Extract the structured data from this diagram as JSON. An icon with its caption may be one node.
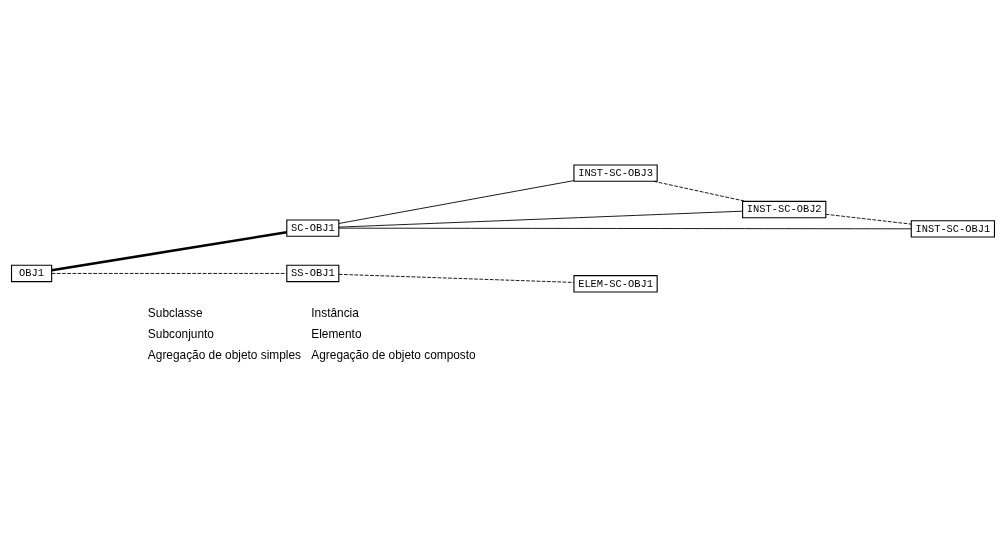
{
  "diagram": {
    "nodes": [
      {
        "text": [
          "OBJ1"
        ]
      },
      {
        "text": [
          "SC-OBJ1"
        ]
      },
      {
        "text": [
          "SS-OBJ1"
        ]
      },
      {
        "text": [
          "INST-SC-OBJ3"
        ]
      },
      {
        "text": [
          "INST-SC-OBJ2"
        ]
      },
      {
        "text": [
          "INST-SC-OBJ1"
        ]
      },
      {
        "text": [
          "ELEM-SC-OBJ1"
        ]
      }
    ],
    "edges": [
      {
        "from": 0,
        "to": 1,
        "arrow": "none",
        "style": "thick"
      },
      {
        "from": 0,
        "to": 2,
        "arrow": "none",
        "style": "dashed"
      },
      {
        "from": 1,
        "to": 3,
        "arrow": "none"
      },
      {
        "from": 1,
        "to": 4,
        "arrow": "none"
      },
      {
        "from": 1,
        "to": 5,
        "arrow": "none"
      },
      {
        "from": 2,
        "to": 6,
        "arrow": "none",
        "style": "dashed"
      },
      {
        "from": 3,
        "to": 4,
        "arrow": "none",
        "style": "dashed"
      },
      {
        "from": 4,
        "to": 5,
        "arrow": "none",
        "style": "dashed"
      }
    ],
    "legend": [
      {
        "text": "Subclasse"
      },
      {
        "text": "Instância"
      },
      {
        "text": "Subconjunto"
      },
      {
        "text": "Elemento"
      },
      {
        "text": "Agregação de objeto simples"
      },
      {
        "text": "Agregação de objeto composto"
      }
    ]
  }
}
